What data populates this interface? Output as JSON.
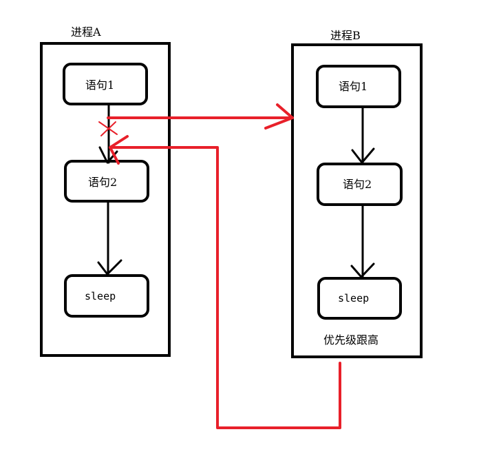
{
  "process_a": {
    "title": "进程A",
    "statement_1": "语句1",
    "statement_2": "语句2",
    "sleep": "sleep"
  },
  "process_b": {
    "title": "进程B",
    "statement_1": "语句1",
    "statement_2": "语句2",
    "sleep": "sleep",
    "priority_note": "优先级跟高"
  },
  "colors": {
    "frame": "#000000",
    "switch_arrow": "#e8202a",
    "background": "#ffffff"
  }
}
